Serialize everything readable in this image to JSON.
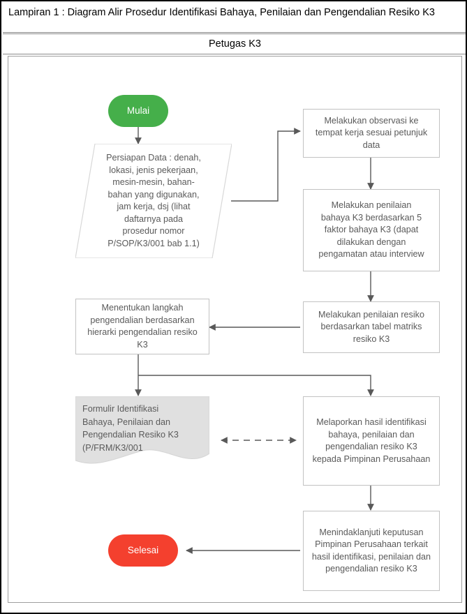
{
  "document": {
    "title": "Lampiran 1 : Diagram Alir Prosedur Identifikasi Bahaya, Penilaian dan Pengendalian Resiko K3",
    "lane_label": "Petugas K3"
  },
  "colors": {
    "start_fill": "#45af4a",
    "end_fill": "#f4402e",
    "node_stroke": "#c2c2c2",
    "node_fill": "#ffffff",
    "document_fill": "#e0e0e0",
    "document_stroke": "#d0d0d0",
    "text": "#5a5a5a",
    "edge": "#595959",
    "frame": "#000000",
    "inner_frame": "#9e9e9e"
  },
  "chart_data": {
    "type": "flowchart",
    "title": "Diagram Alir Prosedur Identifikasi Bahaya, Penilaian dan Pengendalian Resiko K3",
    "lanes": [
      "Petugas K3"
    ],
    "nodes": [
      {
        "id": "start",
        "shape": "terminator",
        "label": "Mulai"
      },
      {
        "id": "prep",
        "shape": "parallelogram",
        "label": "Persiapan Data : denah, lokasi, jenis pekerjaan, mesin-mesin, bahan-bahan yang digunakan, jam kerja, dsj (lihat daftarnya pada prosedur nomor P/SOP/K3/001 bab 1.1)"
      },
      {
        "id": "observe",
        "shape": "process",
        "label": "Melakukan observasi ke tempat kerja sesuai petunjuk data"
      },
      {
        "id": "hazard",
        "shape": "process",
        "label": "Melakukan penilaian bahaya K3 berdasarkan 5 faktor bahaya K3 (dapat dilakukan dengan pengamatan atau interview"
      },
      {
        "id": "risk",
        "shape": "process",
        "label": "Melakukan penilaian resiko berdasarkan tabel matriks resiko K3"
      },
      {
        "id": "control",
        "shape": "process",
        "label": "Menentukan langkah pengendalian berdasarkan hierarki pengendalian resiko K3"
      },
      {
        "id": "form",
        "shape": "document",
        "label": "Formulir Identifikasi Bahaya, Penilaian dan Pengendalian Resiko K3 (P/FRM/K3/001"
      },
      {
        "id": "report",
        "shape": "process",
        "label": "Melaporkan hasil identifikasi bahaya, penilaian dan pengendalian resiko K3 kepada Pimpinan Perusahaan"
      },
      {
        "id": "followup",
        "shape": "process",
        "label": "Menindaklanjuti keputusan Pimpinan Perusahaan terkait hasil identifikasi, penilaian dan pengendalian resiko K3"
      },
      {
        "id": "end",
        "shape": "terminator",
        "label": "Selesai"
      }
    ],
    "edges": [
      {
        "from": "start",
        "to": "prep",
        "style": "solid",
        "direction": "forward"
      },
      {
        "from": "prep",
        "to": "observe",
        "style": "solid",
        "direction": "forward"
      },
      {
        "from": "observe",
        "to": "hazard",
        "style": "solid",
        "direction": "forward"
      },
      {
        "from": "hazard",
        "to": "risk",
        "style": "solid",
        "direction": "forward"
      },
      {
        "from": "risk",
        "to": "control",
        "style": "solid",
        "direction": "forward"
      },
      {
        "from": "control",
        "to": "form",
        "style": "solid",
        "direction": "forward"
      },
      {
        "from": "control",
        "to": "report",
        "style": "solid",
        "direction": "forward"
      },
      {
        "from": "form",
        "to": "report",
        "style": "dashed",
        "direction": "both"
      },
      {
        "from": "report",
        "to": "followup",
        "style": "solid",
        "direction": "forward"
      },
      {
        "from": "followup",
        "to": "end",
        "style": "solid",
        "direction": "forward"
      }
    ]
  },
  "nodes": {
    "start": {
      "label": "Mulai"
    },
    "prep": {
      "label": "Persiapan Data : denah, lokasi, jenis pekerjaan, mesin-mesin, bahan-bahan yang digunakan, jam kerja, dsj (lihat daftarnya pada prosedur nomor P/SOP/K3/001 bab 1.1)"
    },
    "observe": {
      "label": "Melakukan observasi ke tempat kerja sesuai petunjuk data"
    },
    "hazard": {
      "line1": "Melakukan penilaian",
      "line2": "bahaya K3 berdasarkan 5",
      "line3": "faktor bahaya K3 (dapat",
      "line4": "dilakukan dengan",
      "line5": "pengamatan atau interview"
    },
    "risk": {
      "label": "Melakukan penilaian resiko berdasarkan tabel matriks resiko K3"
    },
    "control": {
      "label": "Menentukan langkah pengendalian berdasarkan hierarki pengendalian resiko K3"
    },
    "form": {
      "line1": "Formulir Identifikasi",
      "line2": "Bahaya, Penilaian dan",
      "line3": "Pengendalian Resiko K3",
      "line4": "(P/FRM/K3/001"
    },
    "report": {
      "label": "Melaporkan hasil identifikasi bahaya, penilaian dan pengendalian resiko K3 kepada Pimpinan Perusahaan"
    },
    "followup": {
      "label": "Menindaklanjuti keputusan Pimpinan Perusahaan terkait hasil identifikasi, penilaian dan pengendalian resiko K3"
    },
    "end": {
      "label": "Selesai"
    }
  }
}
